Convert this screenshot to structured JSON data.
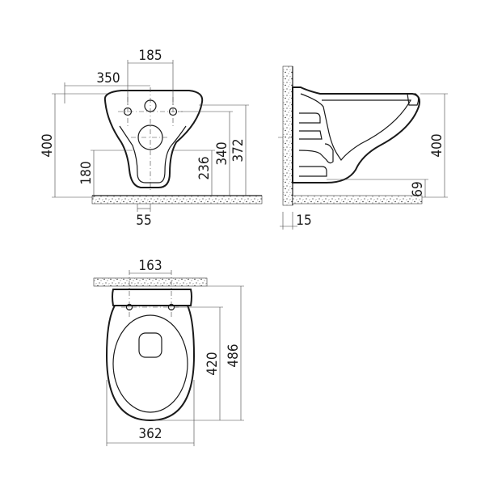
{
  "front_view": {
    "dim_width_top": "185",
    "dim_bolt_spacing": "350",
    "dim_height_total": "400",
    "dim_height_outlet": "180",
    "dim_outlet_to_bolt": "236",
    "dim_bolt_height": "340",
    "dim_top_height": "372",
    "dim_outlet_offset": "55"
  },
  "side_view": {
    "dim_height": "400",
    "dim_outlet_height": "69",
    "dim_wall_gap": "15"
  },
  "top_view": {
    "dim_bolt_spacing": "163",
    "dim_seat_length": "420",
    "dim_total_length": "486",
    "dim_width": "362"
  }
}
